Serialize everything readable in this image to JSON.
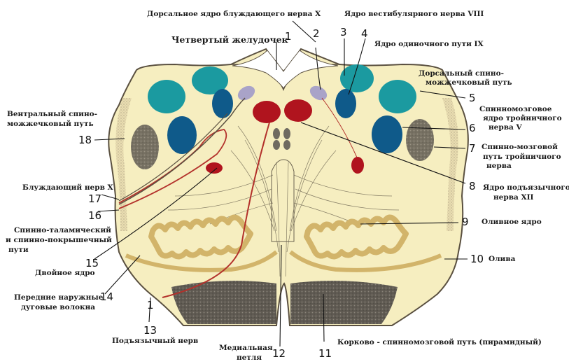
{
  "labels": {
    "fourth_ventricle": "Четвертый желудочек",
    "dorsal_vagus_nucleus": "Дорсальное ядро блуждающего нерва X",
    "vestibular_nucleus": "Ядро вестибулярного нерва VIII",
    "solitary_tract_nucleus": "Ядро одиночного пути IX",
    "dorsal_spinocerebellar_1": "Дорсальный спино-",
    "dorsal_spinocerebellar_2": "можжечковый путь",
    "trigeminal_nucleus_1": "Спинномозговое",
    "trigeminal_nucleus_2": "ядро тройничного",
    "trigeminal_nucleus_3": "нерва V",
    "trigeminal_tract_1": "Спинно-мозговой",
    "trigeminal_tract_2": "путь тройничного",
    "trigeminal_tract_3": "нерва",
    "hypoglossal_nucleus_1": "Ядро подъязычного",
    "hypoglossal_nucleus_2": "нерва XII",
    "olivary_nucleus": "Оливное ядро",
    "olive": "Олива",
    "corticospinal_tract": "Корково - спинномозговой путь (пирамидный)",
    "medial_lemniscus_1": "Медиальная",
    "medial_lemniscus_2": "петля",
    "hypoglossal_nerve": "Подъязычный нерв",
    "external_arcuate_1": "Передние наружные",
    "external_arcuate_2": "дуговые волокна",
    "ambiguus_nucleus": "Двойное ядро",
    "spinothalamic_1": "Спинно-таламический",
    "spinothalamic_2": "и спинно-покрышечный",
    "spinothalamic_3": "пути",
    "vagus_nerve": "Блуждающий нерв X",
    "ventral_spinocerebellar_1": "Вентральный спино-",
    "ventral_spinocerebellar_2": "можжечковый путь"
  },
  "numbers": {
    "n1": "1",
    "n2": "2",
    "n3": "3",
    "n4": "4",
    "n5": "5",
    "n6": "6",
    "n7": "7",
    "n8": "8",
    "n9": "9",
    "n10": "10",
    "n11": "11",
    "n12": "12",
    "n13": "13",
    "n14": "14",
    "n15": "15",
    "n16": "16",
    "n17": "17",
    "n18": "18",
    "n1b": "1"
  },
  "colors": {
    "section_fill": "#f6eec0",
    "section_outline": "#5a5040",
    "teal_nucleus": "#1b9aa0",
    "blue_nucleus": "#0f5a8a",
    "red_nucleus": "#b0141e",
    "lavender_nucleus": "#a9a3c8",
    "olive_band": "#d2b46a",
    "pyramid_fill": "#6f6a60",
    "nerve_red": "#b3312b"
  }
}
